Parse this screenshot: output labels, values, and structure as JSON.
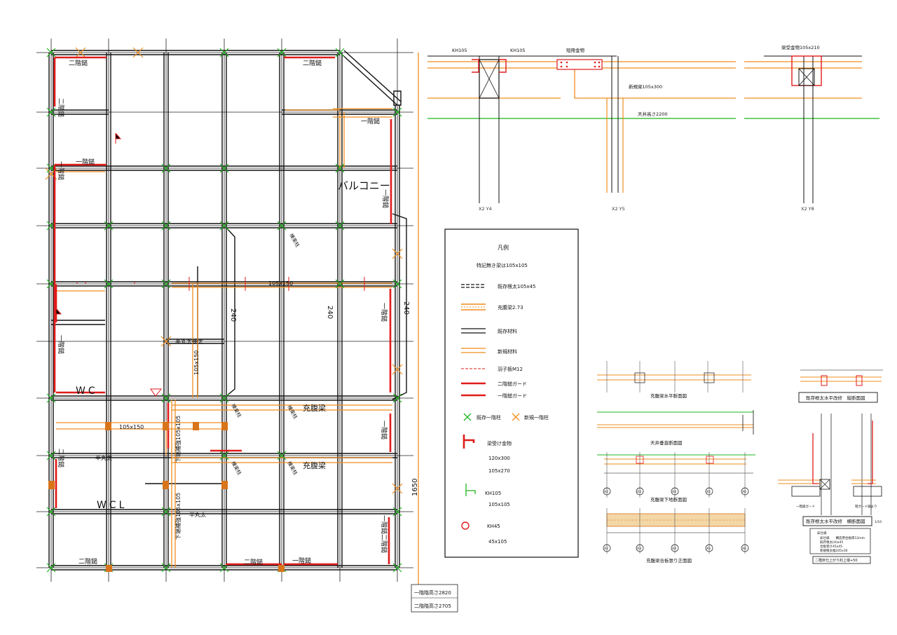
{
  "plan": {
    "labels": {
      "balcony": "バルコニー",
      "wc": "WC",
      "wcl": "WCL",
      "fukkuryo_1": "充腹梁",
      "fukkuryo_2": "充腹梁",
      "dim_105x150_a": "105x150",
      "dim_105x150_b": "105x150",
      "dim_105x150_v": "105x150",
      "lower_beam_a": "下端補強105x105",
      "lower_beam_b": "下端補強105x105",
      "hanmaru": "半丸太軸太",
      "hanmaru_2": "半丸太",
      "hanmaru_3": "半丸太",
      "dim_240_a": "240",
      "dim_240_b": "240",
      "dim_240_c": "240",
      "dim_1650": "1650",
      "post_1": "棟束柱",
      "post_2": "棟束柱",
      "post_3": "棟束柱",
      "post_4": "棟束柱"
    },
    "guards": {
      "nikai_1": "二階鎚",
      "nikai_2": "二階鎚",
      "nikai_3": "二階鎚",
      "nikai_4": "二階鎚",
      "nikai_v1": "二階鎚",
      "nikai_v2": "二階鎚",
      "ikkai_1": "一階鎚",
      "ikkai_2": "一階鎚",
      "ikkai_3": "一階鎚",
      "ikkai_v1": "一階鎚",
      "ikkai_v2": "一階鎚",
      "ikkai_v3": "一階鎚",
      "ikkai_v4": "一階鎚",
      "ikkai_v5": "一階鎚"
    },
    "heights": {
      "first": "一階階高さ2820",
      "second": "二階階高さ2705"
    }
  },
  "sections": {
    "labels": {
      "kh105_a": "KH105",
      "kh105_b": "KH105",
      "tanzaki": "短冊金物",
      "new_beam": "新規梁105x300",
      "ceiling": "天井高さ2200",
      "beam_hw": "梁受金物105x210",
      "x2y4": "X2 Y4",
      "x2y5": "X2 Y5",
      "x2y8": "X2 Y8"
    }
  },
  "legend": {
    "title": "凡例",
    "note": "特記無き梁は105x105",
    "items": {
      "existing_joist": "既存根太105x45",
      "fukkuryo": "充腹梁2.73",
      "existing_mat": "既存材料",
      "new_mat": "新規材料",
      "haneita": "羽子板M12",
      "guard_2f": "二階鎚ガード",
      "guard_1f": "一階鎚ガード",
      "exist_post": "既存一階柱",
      "new_post": "新規一階柱",
      "hanger": "梁受け金物",
      "hanger_v1": "120x300",
      "hanger_v2": "105x270",
      "kh105": "KH105",
      "kh105_v": "105x105",
      "kh45": "KH45",
      "kh45_v": "45x105"
    }
  },
  "details": {
    "titles": {
      "horiz": "充腹梁水平断面図",
      "ceiling": "天井垂直断面図",
      "under": "充腹梁下地断面図",
      "plywood": "充腹梁合板張り正面図",
      "joist_long": "既存根太水平改修　縦断面図",
      "joist_cross": "既存根太水平改修　横断面図",
      "floor_note": "二階床仕上がり約上端+50"
    },
    "small": {
      "spec_title": "床仕様",
      "spec_1": "床仕様　　構造用合板厚12mm",
      "spec_2": "既存根太(H)x45",
      "spec_3": "合板受け45x45",
      "spec_4": "新規根太幅105x30",
      "scale": "1/10",
      "bottom_a": "一階鎚ガード",
      "bottom_b": "階ガード鎚まり"
    },
    "axes": [
      "X2",
      "X3",
      "X4",
      "X5",
      "X6"
    ]
  }
}
